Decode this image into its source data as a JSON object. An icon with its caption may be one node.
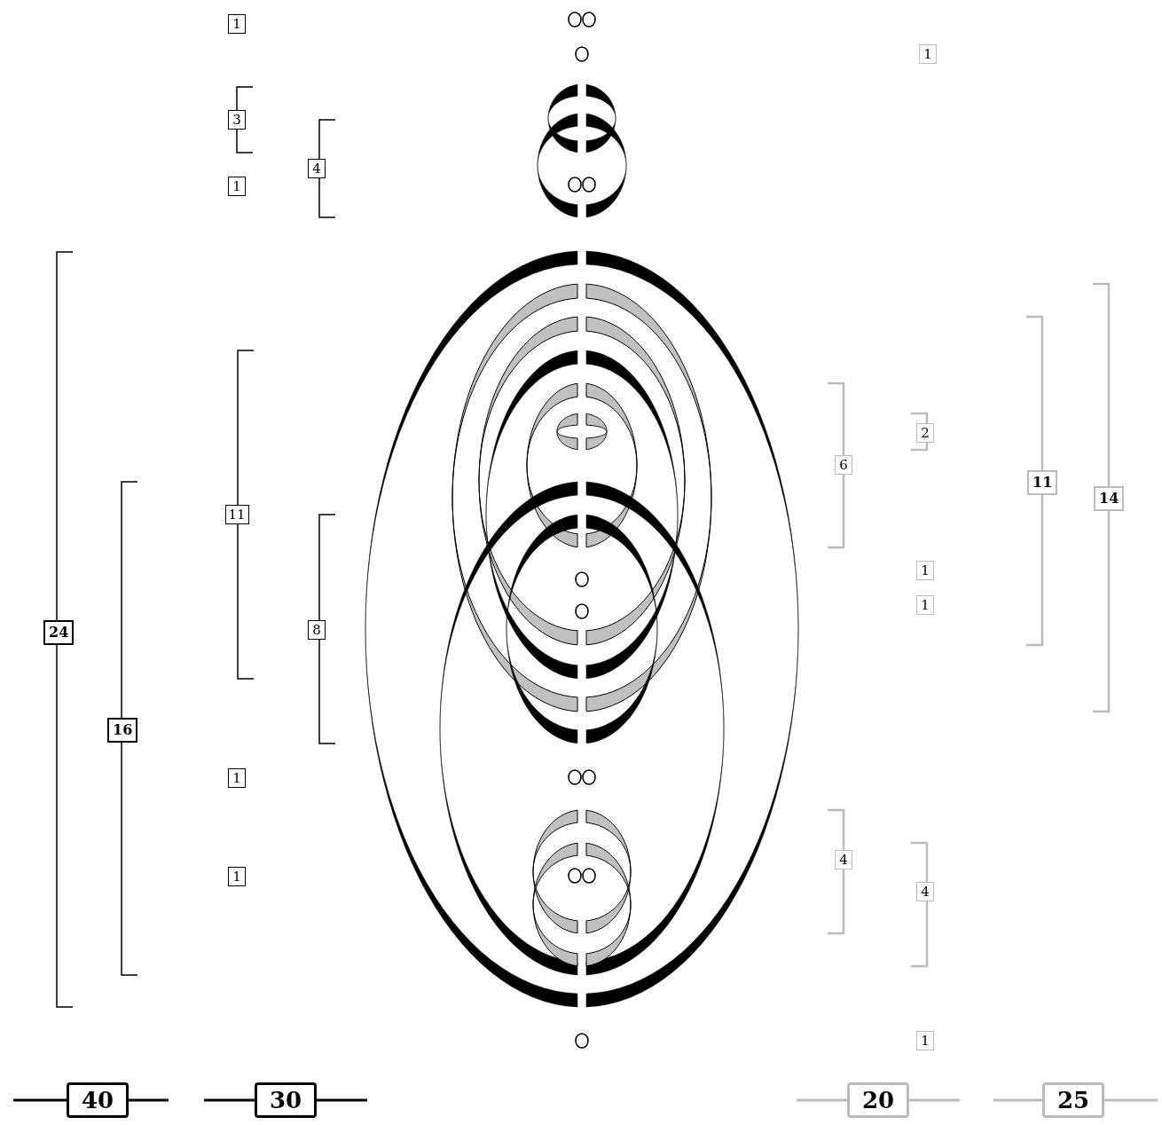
{
  "diagram": {
    "labels": [
      "1",
      "1",
      "3",
      "4",
      "1",
      "2",
      "6",
      "11",
      "14",
      "11",
      "1",
      "1",
      "24",
      "8",
      "16",
      "1",
      "4",
      "1",
      "4",
      "1",
      "40",
      "30",
      "20",
      "25"
    ]
  }
}
